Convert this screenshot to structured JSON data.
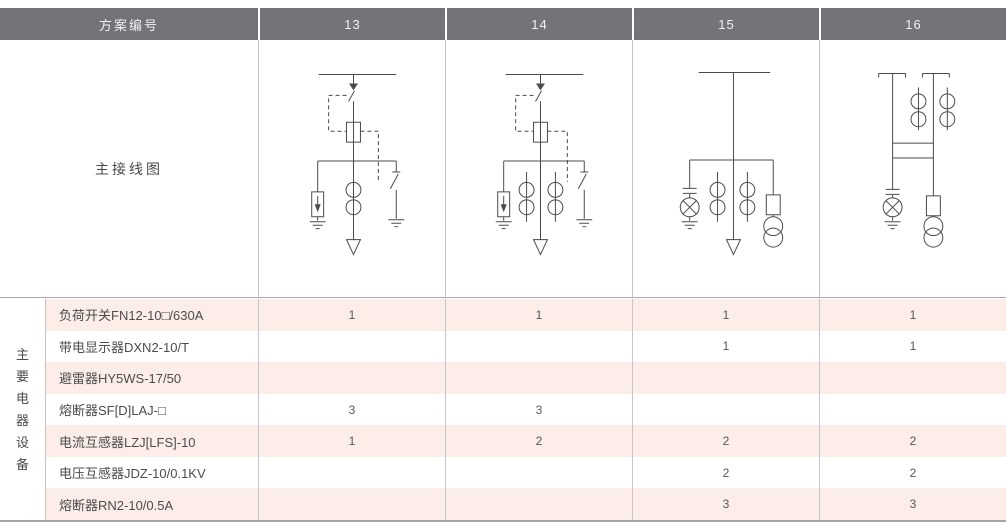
{
  "table": {
    "header": {
      "label": "方案编号",
      "columns": [
        "13",
        "14",
        "15",
        "16"
      ]
    },
    "diagram_label": "主接线图",
    "section_label": "主要电器设备",
    "section_chars": [
      "主",
      "要",
      "电",
      "器",
      "设",
      "备"
    ],
    "diagrams": [
      "scheme-13-load-switch-fuse-earthing-switch-arrester-ct",
      "scheme-14-load-switch-fuse-earthing-switch-arrester-two-ct",
      "scheme-15-metering-ct-pt-fuse-indicator",
      "scheme-16-double-busbar-metering-ct-pt-fuse-indicator"
    ],
    "rows": [
      {
        "label": "负荷开关FN12-10□/630A",
        "values": [
          "1",
          "1",
          "1",
          "1"
        ]
      },
      {
        "label": "带电显示器DXN2-10/T",
        "values": [
          "",
          "",
          "1",
          "1"
        ]
      },
      {
        "label": "避雷器HY5WS-17/50",
        "values": [
          "",
          "",
          "",
          ""
        ]
      },
      {
        "label": "熔断器SF[D]LAJ-□",
        "values": [
          "3",
          "3",
          "",
          ""
        ]
      },
      {
        "label": "电流互感器LZJ[LFS]-10",
        "values": [
          "1",
          "2",
          "2",
          "2"
        ]
      },
      {
        "label": "电压互感器JDZ-10/0.1KV",
        "values": [
          "",
          "",
          "2",
          "2"
        ]
      },
      {
        "label": "熔断器RN2-10/0.5A",
        "values": [
          "",
          "",
          "3",
          "3"
        ]
      }
    ]
  },
  "colors": {
    "header_bg": "#747478",
    "header_text": "#f1f1f1",
    "row_stripe_pink": "#fcede9",
    "row_stripe_white": "#ffffff",
    "grid_line": "#c2c2c5",
    "section_border": "#a7a7ab",
    "text": "#4c4c4e",
    "schematic_stroke": "#4b4b4d"
  }
}
